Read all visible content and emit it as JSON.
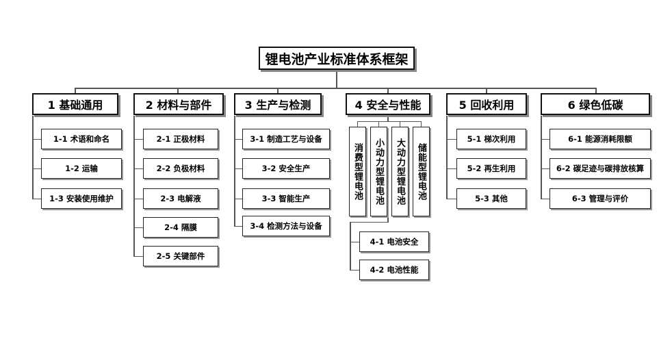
{
  "title": "锂电池产业标准体系框架",
  "categories": [
    {
      "label": "1 基础通用",
      "items": [
        "1-1 术语和命名",
        "1-2 运输",
        "1-3 安装使用维护"
      ]
    },
    {
      "label": "2 材料与部件",
      "items": [
        "2-1 正极材料",
        "2-2 负极材料",
        "2-3 电解液",
        "2-4 隔膜",
        "2-5 关键部件"
      ]
    },
    {
      "label": "3 生产与检测",
      "items": [
        "3-1 制造工艺与设备",
        "3-2 安全生产",
        "3-3 智能生产",
        "3-4 检测方法与设备"
      ]
    },
    {
      "label": "4 安全与性能",
      "types": [
        "消费型锂电池",
        "小动力型锂电池",
        "大动力型锂电池",
        "储能型锂电池"
      ],
      "items": [
        "4-1 电池安全",
        "4-2 电池性能"
      ]
    },
    {
      "label": "5 回收利用",
      "items": [
        "5-1 梯次利用",
        "5-2 再生利用",
        "5-3 其他"
      ]
    },
    {
      "label": "6 绿色低碳",
      "items": [
        "6-1 能源消耗限额",
        "6-2 碳足迹与碳排放核算",
        "6-3 管理与评价"
      ]
    }
  ]
}
